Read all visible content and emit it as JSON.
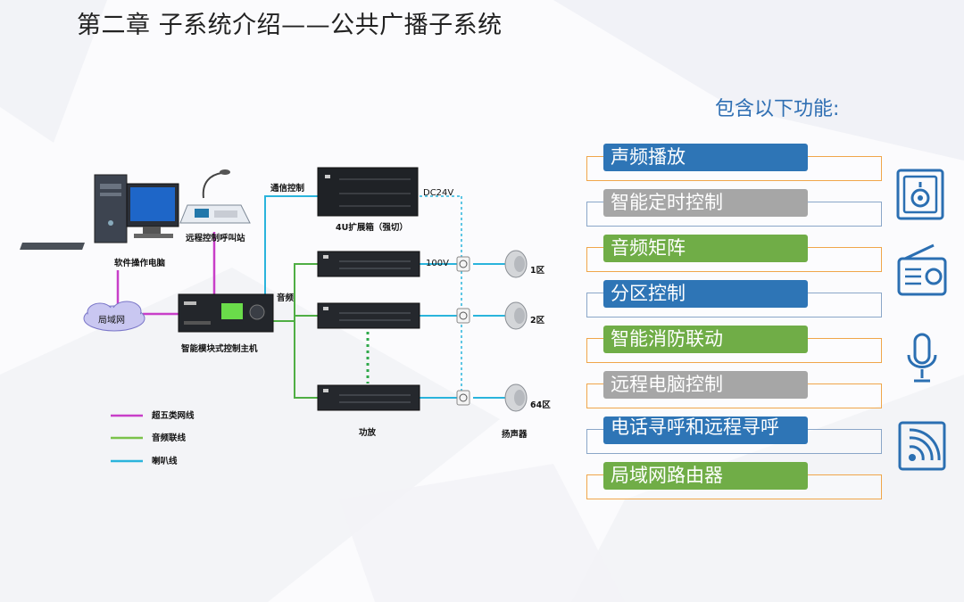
{
  "title": "第二章 子系统介绍——公共广播子系统",
  "diagram": {
    "labels": {
      "pc": "软件操作电脑",
      "call_station": "远程控制呼叫站",
      "lan": "局域网",
      "host": "智能模块式控制主机",
      "comm_control": "通信控制",
      "expansion": "4U扩展箱（强切）",
      "dc24v": "DC24V",
      "audio": "音频",
      "v100": "100V",
      "zone1": "1区",
      "zone2": "2区",
      "zone64": "64区",
      "amplifier": "功放",
      "speaker": "扬声器"
    },
    "legend": [
      {
        "label": "超五类网线",
        "color": "#c83ec8"
      },
      {
        "label": "音频联线",
        "color": "#7bc24a"
      },
      {
        "label": "喇叭线",
        "color": "#2ab4dc"
      }
    ]
  },
  "features": {
    "heading": "包含以下功能:",
    "items": [
      {
        "label": "声频播放",
        "style": "blue"
      },
      {
        "label": "智能定时控制",
        "style": "gray"
      },
      {
        "label": "音频矩阵",
        "style": "green"
      },
      {
        "label": "分区控制",
        "style": "blue"
      },
      {
        "label": "智能消防联动",
        "style": "green"
      },
      {
        "label": "远程电脑控制",
        "style": "gray"
      },
      {
        "label": "电话寻呼和远程寻呼",
        "style": "blue"
      },
      {
        "label": "局域网路由器",
        "style": "green"
      }
    ]
  },
  "icons": [
    "speaker-box-icon",
    "radio-icon",
    "microphone-icon",
    "wireless-signal-icon"
  ],
  "colors": {
    "accent_blue": "#2e75b6",
    "gray": "#a6a6a6",
    "green": "#70ad47",
    "orange_outline": "#f0a64a"
  }
}
